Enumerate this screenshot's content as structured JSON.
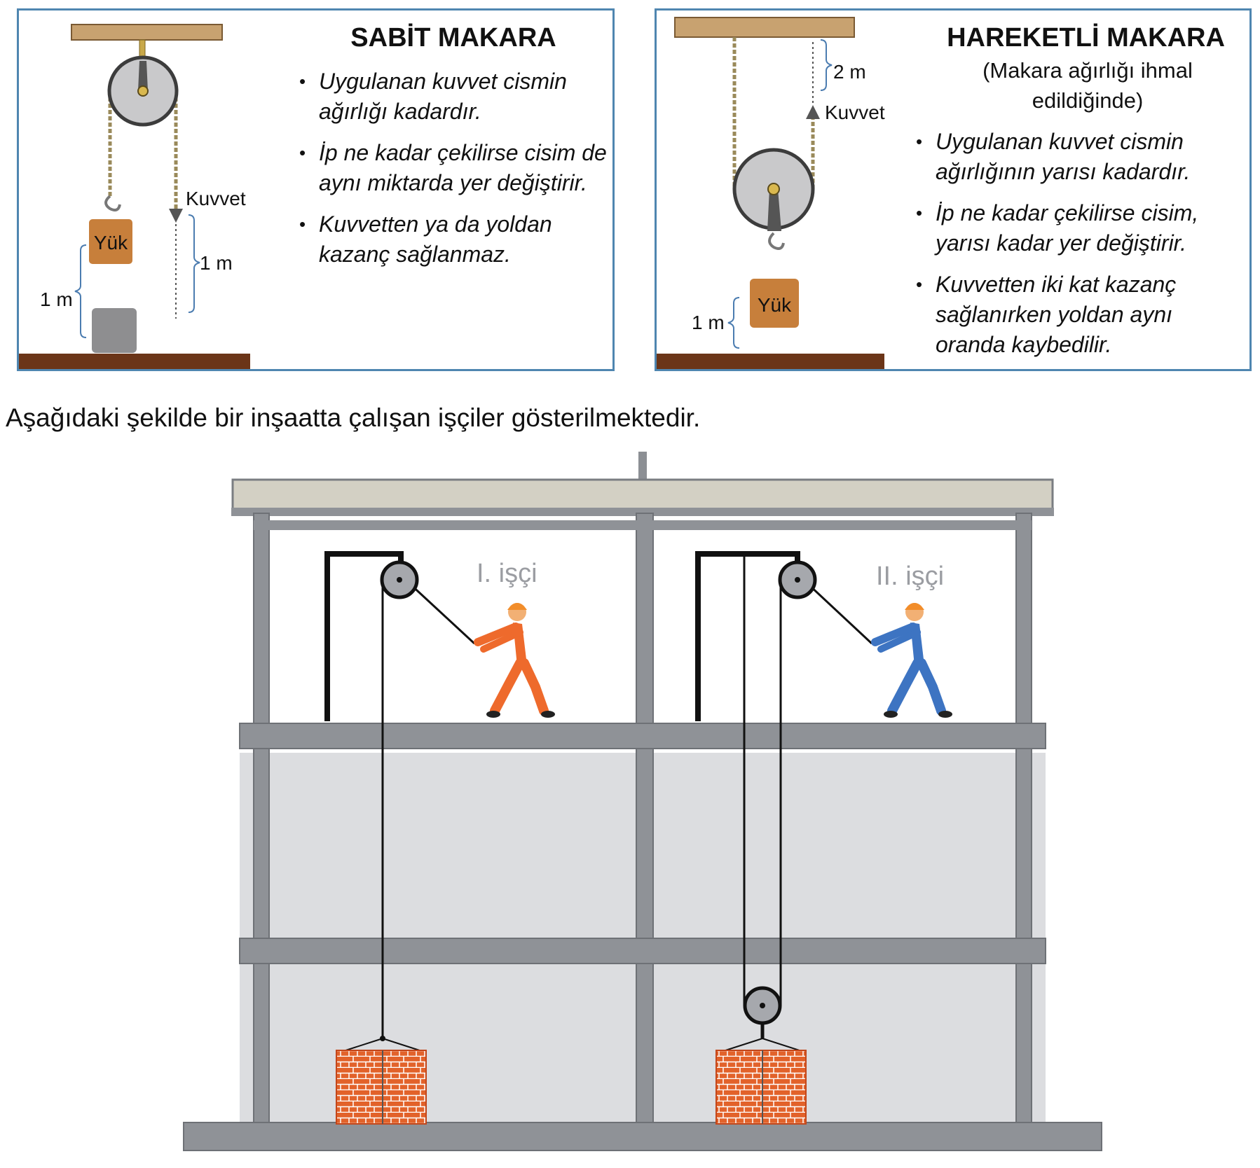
{
  "fixed_pulley": {
    "title": "SABİT MAKARA",
    "bullets": [
      "Uygulanan kuvvet cismin ağırlığı kadardır.",
      "İp ne kadar çekilirse cisim de aynı miktarda yer değiştirir.",
      "Kuvvetten ya da yoldan kazanç sağlanmaz."
    ],
    "labels": {
      "force": "Kuvvet",
      "load": "Yük",
      "rope_distance": "1 m",
      "load_distance": "1 m"
    }
  },
  "movable_pulley": {
    "title": "HAREKETLİ MAKARA",
    "subtitle": "(Makara ağırlığı ihmal edildiğinde)",
    "bullets": [
      "Uygulanan kuvvet cismin ağırlığının yarısı kadardır.",
      "İp ne kadar çekilirse cisim, yarısı kadar yer değiştirir.",
      "Kuvvetten iki kat kazanç sağlanırken yoldan aynı oranda kaybedilir."
    ],
    "labels": {
      "force": "Kuvvet",
      "load": "Yük",
      "rope_distance": "2 m",
      "load_distance": "1 m"
    }
  },
  "intro": "Aşağıdaki şekilde bir inşaatta çalışan işçiler gösterilmektedir.",
  "scene": {
    "worker_1": "I. işçi",
    "worker_2": "II. işçi",
    "colors": {
      "worker_1": "#ee6a2c",
      "worker_2": "#3d74c2",
      "bricks": "#e2622a",
      "frame": "#909398",
      "wall": "#dcdde0"
    }
  }
}
